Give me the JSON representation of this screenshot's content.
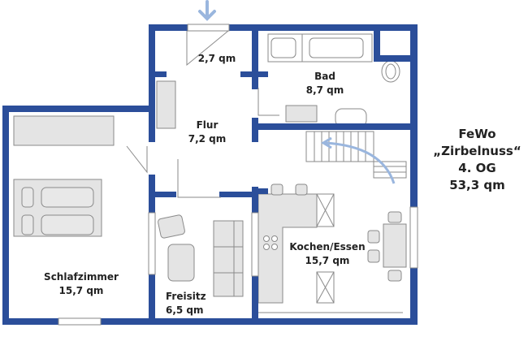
{
  "plan": {
    "wall_color": "#2b4e9a",
    "furniture_fill": "#e4e4e4",
    "furniture_stroke": "#8a8a8a",
    "arrow_color": "#9ab6de",
    "icons": [
      "entrance-arrow-icon",
      "door-swing-icon",
      "bed-icon",
      "toilet-icon",
      "bathtub-icon",
      "sink-icon",
      "stairs-icon",
      "stove-icon",
      "sofa-icon",
      "armchair-icon",
      "dining-table-icon",
      "chair-icon"
    ]
  },
  "rooms": [
    {
      "name": "",
      "area": "2,7 qm"
    },
    {
      "name": "Bad",
      "area": "8,7 qm"
    },
    {
      "name": "Flur",
      "area": "7,2 qm"
    },
    {
      "name": "Schlafzimmer",
      "area": "15,7 qm"
    },
    {
      "name": "Freisitz",
      "area": "6,5 qm"
    },
    {
      "name": "Kochen/Essen",
      "area": "15,7 qm"
    }
  ],
  "info": {
    "line1": "FeWo",
    "line2": "„Zirbelnuss“",
    "line3": "4. OG",
    "line4": "53,3 qm"
  }
}
